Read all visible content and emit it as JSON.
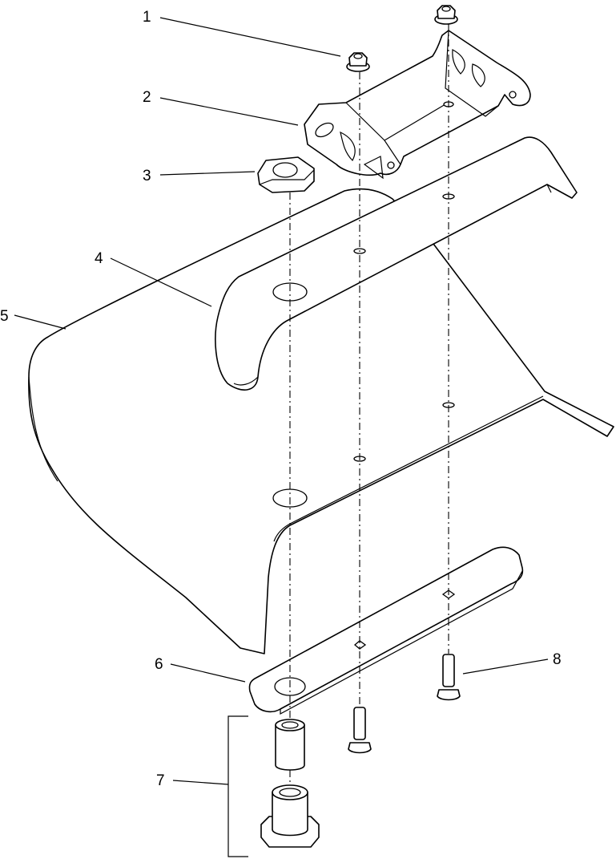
{
  "callouts": [
    "1",
    "2",
    "3",
    "4",
    "5",
    "6",
    "7",
    "8"
  ]
}
